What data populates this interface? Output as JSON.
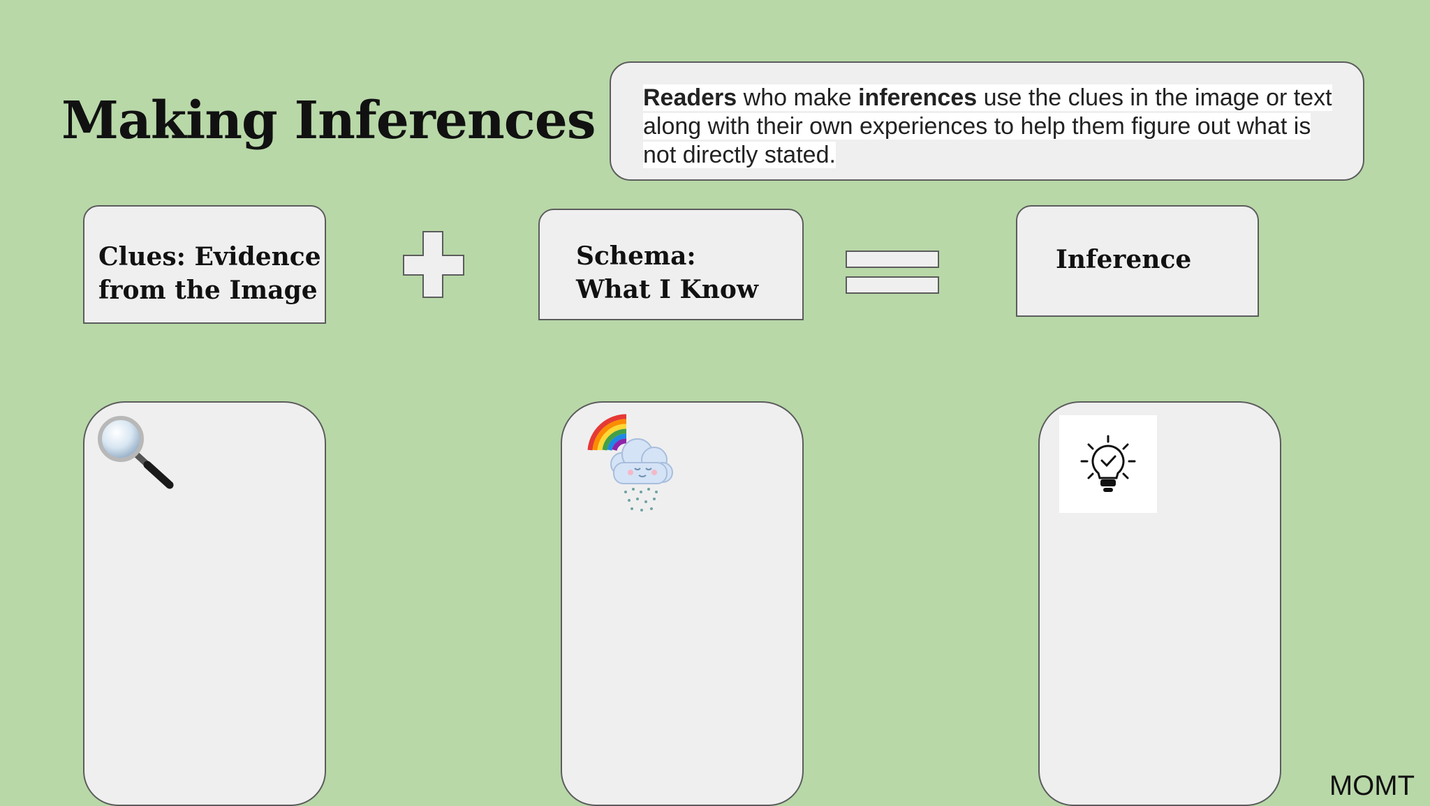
{
  "title": "Making Inferences",
  "definition": {
    "bold1": "Readers",
    "text1": " who make ",
    "bold2": "inferences",
    "text2": " use the clues in the image or text along with their own experiences to help them figure out what is not directly stated."
  },
  "labels": {
    "clues_line1": "Clues: Evidence",
    "clues_line2": "from the Image",
    "schema_line1": "Schema:",
    "schema_line2": "What I Know",
    "inference": "Inference"
  },
  "operators": {
    "plus": "plus-sign",
    "equals": "equals-sign"
  },
  "icons": {
    "clues": "magnifying-glass-icon",
    "schema": "rainbow-cloud-icon",
    "inference": "lightbulb-check-icon"
  },
  "footer": "MOMT",
  "colors": {
    "background": "#b8d8a8",
    "card": "#efeff0",
    "border": "#5c5c5c"
  }
}
